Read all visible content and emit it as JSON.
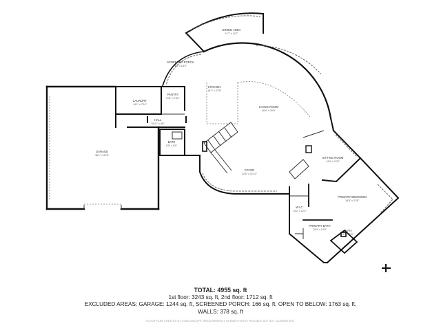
{
  "rooms": [
    {
      "key": "dining",
      "name": "DINING AREA",
      "dim": "21'7\" x 10'7\""
    },
    {
      "key": "porch",
      "name": "SCREENED PORCH",
      "dim": "9'9\" x 18'3\""
    },
    {
      "key": "kitchen",
      "name": "KITCHEN",
      "dim": "18'1\" x 27'8\""
    },
    {
      "key": "pantry",
      "name": "PANTRY",
      "dim": "6'11\" x 7'10\""
    },
    {
      "key": "laundry",
      "name": "LAUNDRY",
      "dim": "14'1\" x 7'10\""
    },
    {
      "key": "living",
      "name": "LIVING ROOM",
      "dim": "46'0\" x 30'0\""
    },
    {
      "key": "hall",
      "name": "HALL",
      "dim": "19'11\" x 4'8\""
    },
    {
      "key": "garage",
      "name": "GARAGE",
      "dim": "36'1\" x 39'6\""
    },
    {
      "key": "bath",
      "name": "BATH",
      "dim": "8'0\" x 5'4\""
    },
    {
      "key": "sitting",
      "name": "SITTING ROOM",
      "dim": "14'4\" x 12'5\""
    },
    {
      "key": "foyer",
      "name": "FOYER",
      "dim": "32'5\" x 12'10\""
    },
    {
      "key": "primary_bedroom",
      "name": "PRIMARY BEDROOM",
      "dim": "18'8\" x 22'8\""
    },
    {
      "key": "wic",
      "name": "W.I.C.",
      "dim": "14'2\" x 12'2\""
    },
    {
      "key": "primary_bath",
      "name": "PRIMARY BATH",
      "dim": "15'4\" x 13'6\""
    },
    {
      "key": "bath2",
      "name": "BATH",
      "dim": "5'3\" x 6'0\""
    }
  ],
  "summary": {
    "total": "TOTAL: 4955 sq. ft",
    "floors": "1st floor: 3243 sq. ft, 2nd floor: 1712 sq. ft",
    "excluded": "EXCLUDED AREAS: GARAGE: 1244 sq. ft, SCREENED PORCH: 166 sq. ft, OPEN TO BELOW: 1763 sq. ft,",
    "walls": "WALLS: 378 sq. ft",
    "disclaimer": "FLOOR PLAN CREATED BY CUBICASA APP. MEASUREMENTS DEEMED HIGHLY RELIABLE BUT NOT GUARANTEED."
  }
}
